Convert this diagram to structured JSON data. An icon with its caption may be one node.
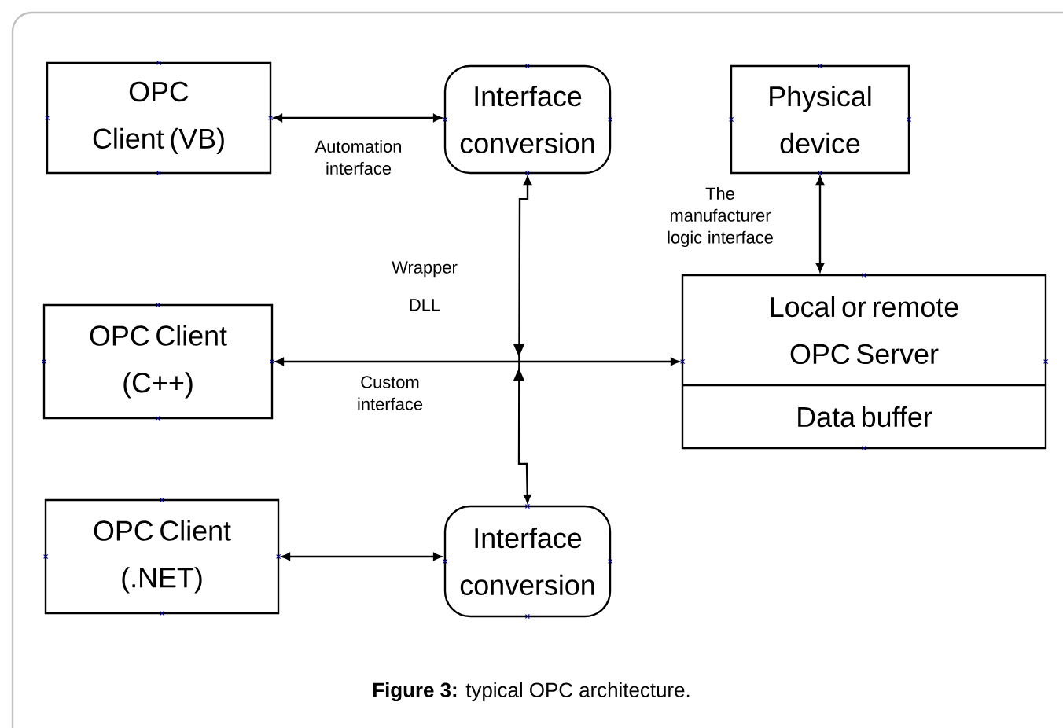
{
  "diagram": {
    "caption": "**Figure 3:** typical OPC architecture.",
    "nodes": [
      {
        "text": [
          "OPC Client (VB)"
        ]
      },
      {
        "text": [
          "Interface conversion"
        ]
      },
      {
        "text": [
          "Physical device"
        ]
      },
      {
        "text": [
          "OPC Client (C++)"
        ]
      },
      {
        "text": [
          "Local or remote OPC Server",
          "Data buffer"
        ]
      },
      {
        "text": [
          "OPC Client (.NET)"
        ]
      },
      {
        "text": [
          "Interface conversion"
        ]
      }
    ],
    "edges": [
      {
        "from": 0,
        "to": 1,
        "arrow": "both",
        "label": "Automation interface"
      },
      {
        "from": 2,
        "to": 4,
        "arrow": "both",
        "label": "The manufacturer logic interface"
      },
      {
        "from": 3,
        "to": 4,
        "arrow": "both",
        "label": "Custom interface"
      },
      {
        "from": 1,
        "to": 6,
        "arrow": "both",
        "label": "Wrapper DLL"
      },
      {
        "from": 5,
        "to": 6,
        "arrow": "both"
      }
    ]
  }
}
